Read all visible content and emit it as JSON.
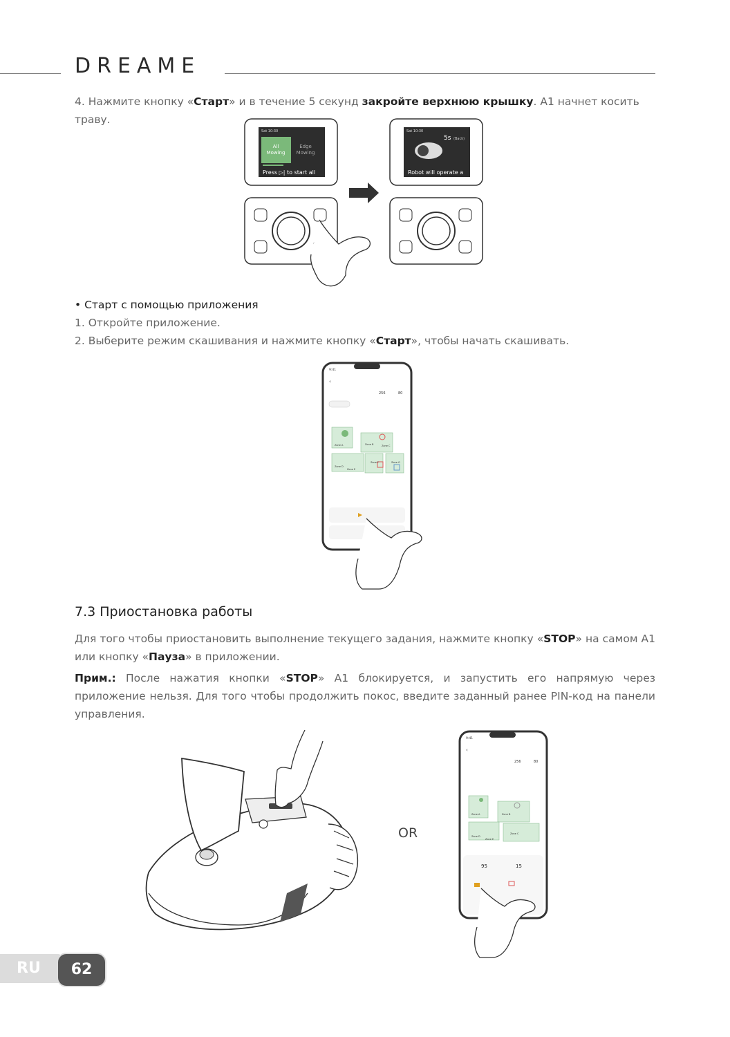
{
  "brand": "DREAME",
  "step4": {
    "pre": "4. Нажмите кнопку «",
    "start": "Старт",
    "mid": "» и в течение 5 секунд ",
    "close_cover": "закройте верхнюю крышку",
    "post": ". A1 начнет косить траву."
  },
  "screen1": {
    "status_time": "Sat 10:30",
    "tile1": [
      "All",
      "Mowing"
    ],
    "tile2": [
      "Edge",
      "Mowing"
    ],
    "hint": "Press ▷| to start all"
  },
  "screen2": {
    "status_time": "Sat 10:30",
    "countdown": "5s",
    "back": "(Back)",
    "msg": "Robot will operate a"
  },
  "app_start": {
    "heading": "• Старт с помощью приложения",
    "step1": "1. Откройте приложение.",
    "step2_pre": "2. Выберите режим скашивания и нажмите кнопку «",
    "step2_bold": "Старт",
    "step2_post": "», чтобы начать скашивать."
  },
  "phone1": {
    "time": "9:41",
    "area": "256",
    "battery": "80",
    "zones": [
      "Zone A",
      "Zone B",
      "Zone C",
      "Zone D",
      "Zone E",
      "Zone F",
      "Zone G"
    ]
  },
  "section73": {
    "title": "7.3 Приостановка работы",
    "p1_pre": "Для того чтобы приостановить выполнение текущего задания, нажмите кнопку «",
    "p1_stop": "STOP",
    "p1_mid": "» на самом A1 или кнопку «",
    "p1_pause": "Пауза",
    "p1_post": "» в приложении.",
    "note_label": "Прим.:",
    "note_pre": " После нажатия кнопки «",
    "note_stop": "STOP",
    "note_post": "» A1 блокируется, и запустить его напрямую через приложение нельзя. Для того чтобы продолжить покос, введите заданный ранее PIN-код на панели управления."
  },
  "or_label": "OR",
  "phone2": {
    "time": "9:41",
    "area": "256",
    "battery": "80",
    "stat1": "95",
    "stat2": "15",
    "zones": [
      "Zone A",
      "Zone B",
      "Zone C",
      "Zone D",
      "Zone E"
    ]
  },
  "footer": {
    "lang": "RU",
    "page": "62"
  }
}
